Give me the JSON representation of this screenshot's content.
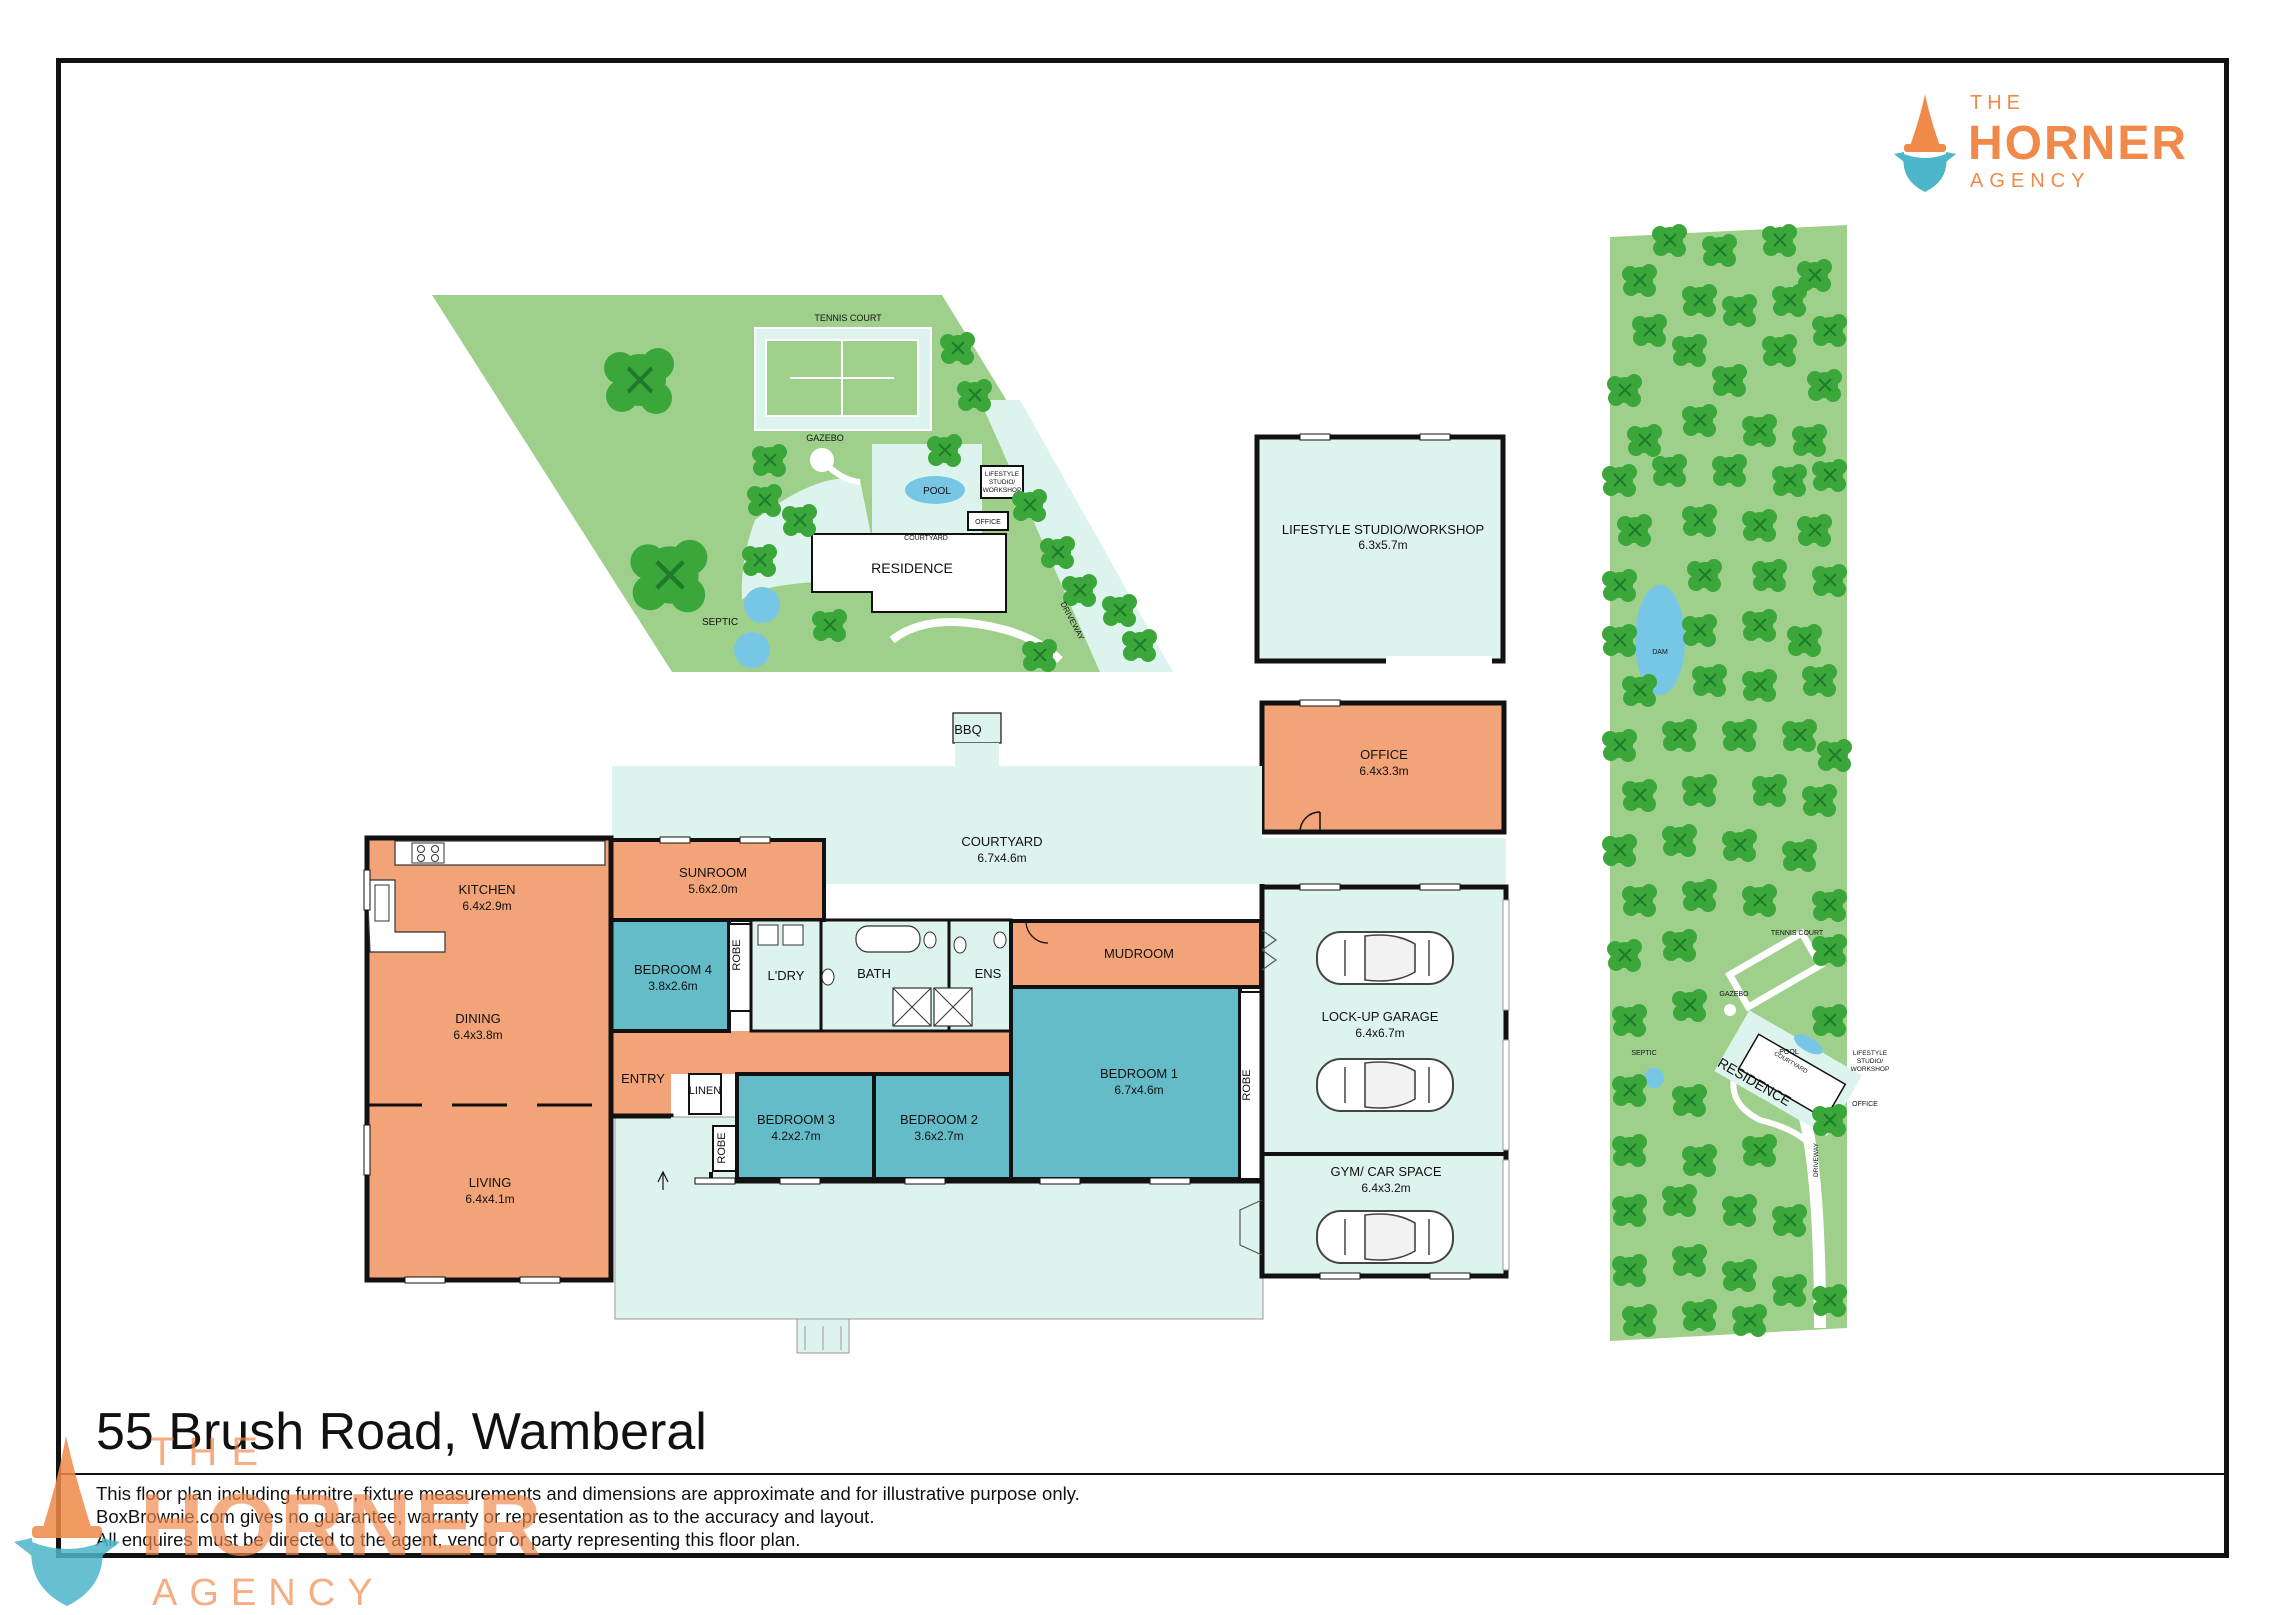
{
  "brand": {
    "the": "THE",
    "name": "HORNER",
    "agency": "AGENCY",
    "orange": "#F0894A",
    "teal": "#4DB6C9"
  },
  "colors": {
    "room": "#F2A377",
    "bedroom": "#63BCC7",
    "outdoor": "#DDF3EE",
    "lawn": "#9ED08C",
    "tree": "#3BA73B",
    "wall": "#111111"
  },
  "site_plan": {
    "tennis_court": "TENNIS COURT",
    "gazebo": "GAZEBO",
    "pool": "POOL",
    "lifestyle_studio": [
      "LIFESTYLE",
      "STUDIO/",
      "WORKSHOP"
    ],
    "office": "OFFICE",
    "courtyard": "COURTYARD",
    "residence": "RESIDENCE",
    "septic": "SEPTIC",
    "driveway": "DRIVEWAY"
  },
  "aerial_plan": {
    "dam": "DAM",
    "tennis_court": "TENNIS COURT",
    "gazebo": "GAZEBO",
    "septic": "SEPTIC",
    "pool": "POOL",
    "courtyard": "COURTYARD",
    "residence": "RESIDENCE",
    "lifestyle_studio": [
      "LIFESTYLE",
      "STUDIO/",
      "WORKSHOP"
    ],
    "office": "OFFICE",
    "driveway": "DRIVEWAY"
  },
  "rooms": {
    "studio": {
      "name": "LIFESTYLE STUDIO/WORKSHOP",
      "size": "6.3x5.7m"
    },
    "bbq": {
      "name": "BBQ"
    },
    "office": {
      "name": "OFFICE",
      "size": "6.4x3.3m"
    },
    "courtyard": {
      "name": "COURTYARD",
      "size": "6.7x4.6m"
    },
    "kitchen": {
      "name": "KITCHEN",
      "size": "6.4x2.9m"
    },
    "sunroom": {
      "name": "SUNROOM",
      "size": "5.6x2.0m"
    },
    "bedroom4": {
      "name": "BEDROOM 4",
      "size": "3.8x2.6m"
    },
    "robe1": {
      "name": "ROBE"
    },
    "laundry": {
      "name": "L'DRY"
    },
    "bath": {
      "name": "BATH"
    },
    "ensuite": {
      "name": "ENS"
    },
    "mudroom": {
      "name": "MUDROOM"
    },
    "garage": {
      "name": "LOCK-UP GARAGE",
      "size": "6.4x6.7m"
    },
    "dining": {
      "name": "DINING",
      "size": "6.4x3.8m"
    },
    "bedroom1": {
      "name": "BEDROOM 1",
      "size": "6.7x4.6m"
    },
    "robe2": {
      "name": "ROBE"
    },
    "entry": {
      "name": "ENTRY"
    },
    "linen": {
      "name": "LINEN"
    },
    "bedroom3": {
      "name": "BEDROOM 3",
      "size": "4.2x2.7m"
    },
    "bedroom2": {
      "name": "BEDROOM 2",
      "size": "3.6x2.7m"
    },
    "robe3": {
      "name": "ROBE"
    },
    "gym": {
      "name": "GYM/ CAR SPACE",
      "size": "6.4x3.2m"
    },
    "living": {
      "name": "LIVING",
      "size": "6.4x4.1m"
    }
  },
  "address": "55 Brush Road, Wamberal",
  "disclaimer": [
    "This floor plan including furnitre, fixture measurements and dimensions are approximate and for illustrative purpose only.",
    "BoxBrownie.com gives no guarantee, warranty or representation as to the accuracy and layout.",
    "All enquires must be directed to the agent, vendor or party representing this floor plan."
  ],
  "watermark": {
    "the": "THE",
    "name": "HORNER",
    "agency": "AGENCY"
  }
}
